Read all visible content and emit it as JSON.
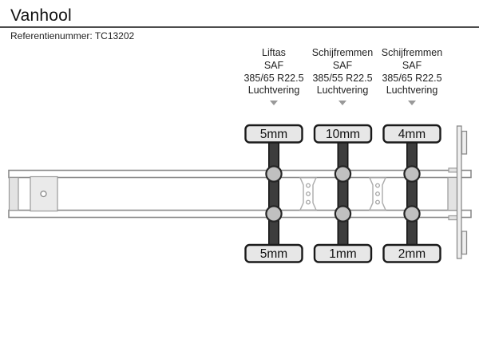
{
  "header": {
    "title": "Vanhool",
    "reference": "Referentienummer: TC13202"
  },
  "axles": [
    {
      "name": "Liftas",
      "manufacturer": "SAF",
      "tire_size": "385/65 R22.5",
      "suspension": "Luchtvering",
      "tread_top": "5mm",
      "tread_bottom": "5mm"
    },
    {
      "name": "Schijfremmen",
      "manufacturer": "SAF",
      "tire_size": "385/55 R22.5",
      "suspension": "Luchtvering",
      "tread_top": "10mm",
      "tread_bottom": "1mm"
    },
    {
      "name": "Schijfremmen",
      "manufacturer": "SAF",
      "tire_size": "385/65 R22.5",
      "suspension": "Luchtvering",
      "tread_top": "4mm",
      "tread_bottom": "2mm"
    }
  ],
  "colors": {
    "rail-stroke": "#8c8c8c",
    "axle-fill": "#3d3d3d",
    "hub-fill": "#c0c0c0",
    "label-fill": "#e7e7e7",
    "arrow-color": "#999999",
    "rule-color": "#4d4d4d"
  }
}
